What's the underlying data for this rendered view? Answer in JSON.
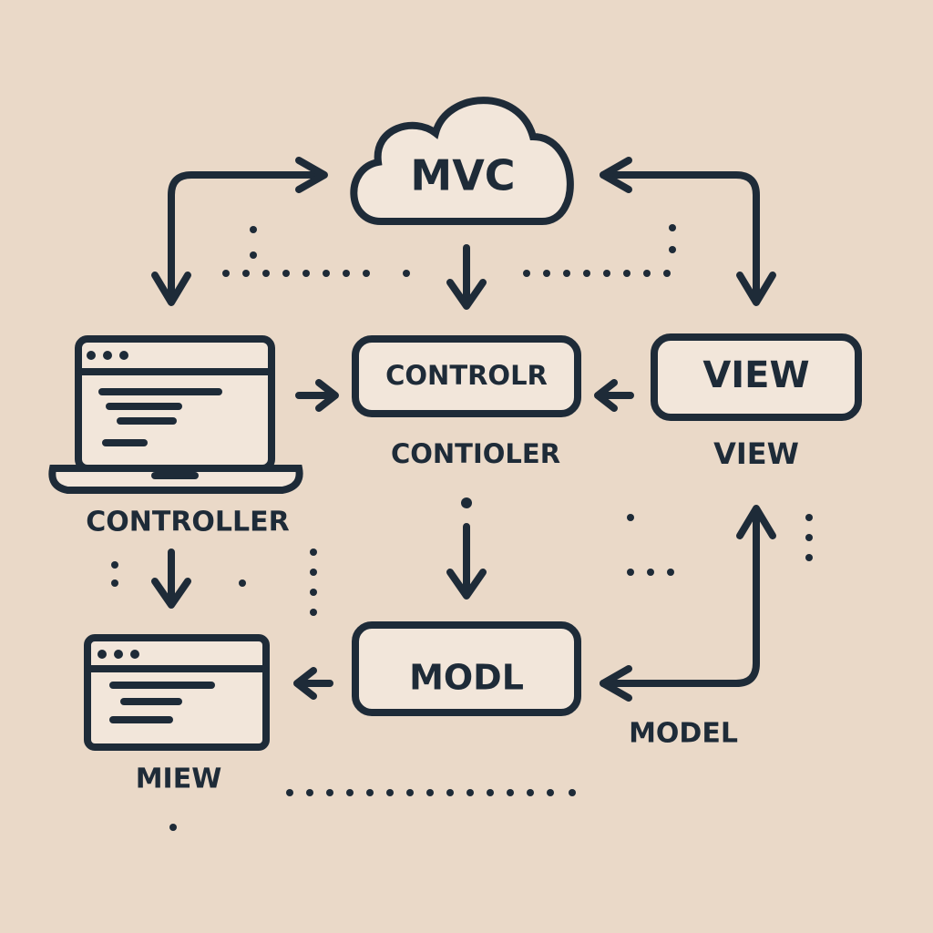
{
  "diagram": {
    "cloud_label": "MVC",
    "boxes": {
      "controller": "CONTROLR",
      "view": "VIEW",
      "model": "MODL"
    },
    "captions": {
      "laptop": "CONTROLLER",
      "controller": "CONTIOLER",
      "view": "VIEW",
      "window": "MIEW",
      "model": "MODEL"
    }
  },
  "colors": {
    "ink": "#1e2b38",
    "background": "#ead9c8",
    "box_fill": "#f2e6da"
  }
}
